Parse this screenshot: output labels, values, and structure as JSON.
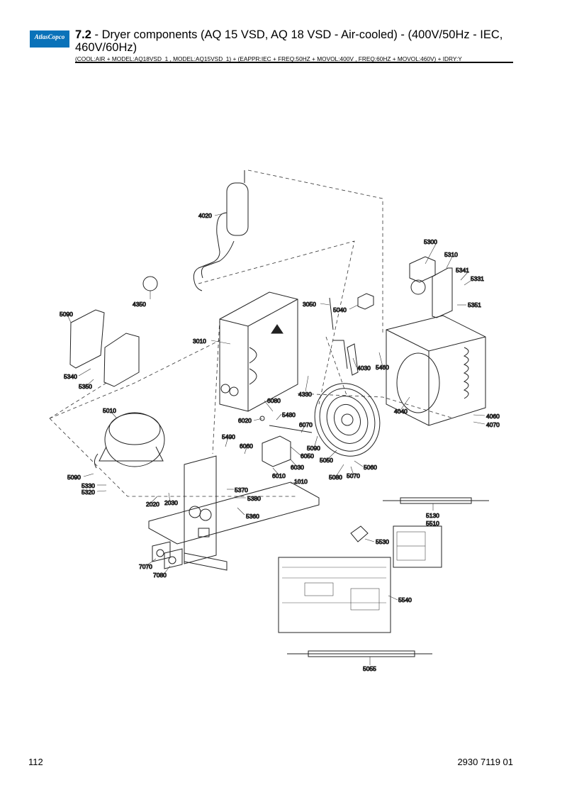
{
  "brand": {
    "logo_text": "AtlasCopco"
  },
  "header": {
    "section_number": "7.2",
    "title": " - Dryer components (AQ 15 VSD, AQ 18 VSD - Air-cooled) - (400V/50Hz - IEC, 460V/60Hz)",
    "subtitle": "(COOL:AIR + MODEL:AQ18VSD_1 , MODEL:AQ15VSD_1) + (EAPPR:IEC + FREQ:50HZ + MOVOL:400V , FREQ:60HZ + MOVOL:460V) + IDRY:Y"
  },
  "callouts": [
    "4020",
    "5300",
    "5310",
    "5341",
    "5331",
    "5351",
    "4350",
    "3050",
    "5040",
    "5090",
    "3010",
    "4030",
    "5460",
    "5340",
    "5350",
    "4330",
    "6080",
    "5480",
    "6020",
    "6070",
    "4040",
    "5010",
    "5490",
    "6060",
    "6050",
    "5090",
    "4060",
    "4070",
    "6010",
    "6030",
    "5050",
    "5060",
    "5090",
    "5080",
    "5070",
    "5330",
    "5320",
    "1010",
    "5370",
    "2020",
    "2030",
    "5380",
    "5360",
    "5130",
    "5510",
    "5530",
    "7070",
    "7080",
    "5540",
    "5055"
  ],
  "footer": {
    "page_number": "112",
    "doc_code": "2930 7119 01"
  }
}
